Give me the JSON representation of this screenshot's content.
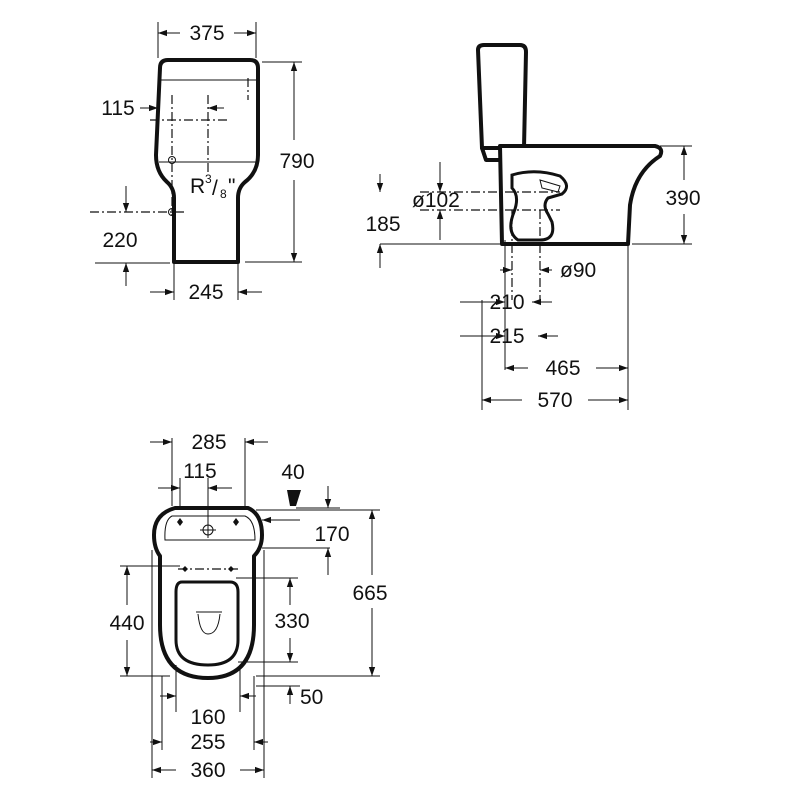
{
  "front_view": {
    "width_top": "375",
    "inlet_offset": "115",
    "height": "790",
    "thread": {
      "prefix": "R",
      "num": "3",
      "slash": "/",
      "den": "8",
      "unit": "\""
    },
    "inlet_height": "220",
    "base_width": "245"
  },
  "side_view": {
    "outlet_diameter": "ø102",
    "outlet_height": "185",
    "pan_height": "390",
    "waste_diameter": "ø90",
    "waste_offset_min": "210",
    "waste_offset_max": "215",
    "pan_depth": "465",
    "total_depth": "570"
  },
  "plan_view": {
    "seat_width": "285",
    "hole_spacing": "115",
    "tank_offset": "40",
    "tank_depth": "170",
    "total_length": "665",
    "seat_length": "440",
    "bowl_length": "330",
    "rear_gap": "50",
    "base_inner": "160",
    "base_width": "255",
    "total_width": "360"
  },
  "colors": {
    "line": "#111111",
    "background": "#ffffff"
  }
}
